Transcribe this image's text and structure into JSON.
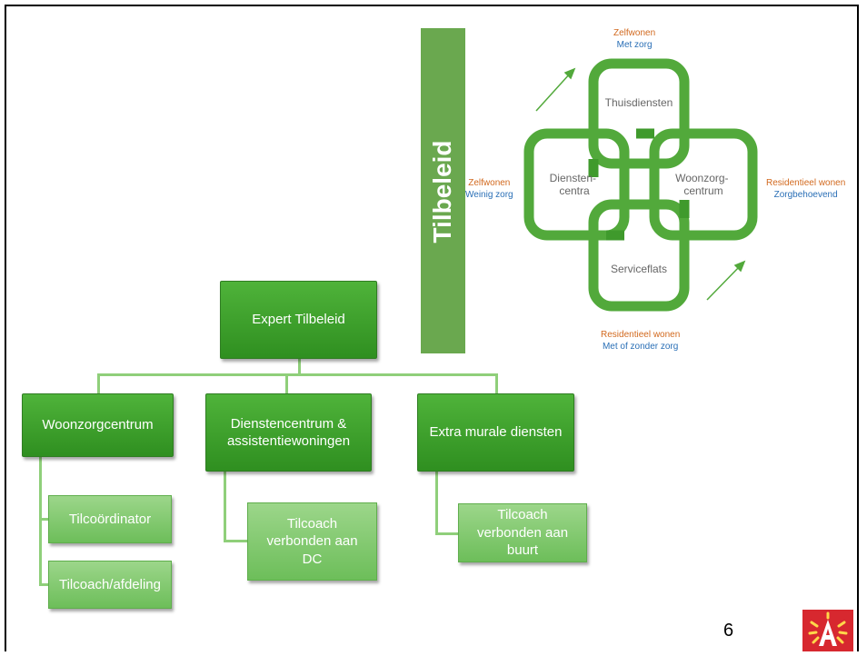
{
  "banner": {
    "title": "Tilbeleid"
  },
  "org_chart": {
    "root": "Expert Tilbeleid",
    "branches": [
      {
        "label": "Woonzorgcentrum",
        "children": [
          "Tilcoördinator",
          "Tilcoach/afdeling"
        ]
      },
      {
        "label": "Dienstencentrum & assistentiewoningen",
        "children": [
          "Tilcoach verbonden aan DC"
        ]
      },
      {
        "label": "Extra murale diensten",
        "children": [
          "Tilcoach verbonden aan buurt"
        ]
      }
    ]
  },
  "chain_diagram": {
    "links": {
      "top": "Thuisdiensten",
      "left": "Diensten-\ncentra",
      "right": "Woonzorg-\ncentrum",
      "bottom": "Serviceflats"
    },
    "captions": {
      "top": {
        "line1": "Zelfwonen",
        "line2": "Met zorg"
      },
      "left": {
        "line1": "Zelfwonen",
        "line2": "Weinig zorg"
      },
      "right": {
        "line1": "Residentieel wonen",
        "line2": "Zorgbehoevend"
      },
      "bottom": {
        "line1": "Residentieel wonen",
        "line2": "Met of zonder zorg"
      }
    },
    "colors": {
      "link": "#52a93b",
      "orange": "#d2691e",
      "blue": "#2a6fb6"
    }
  },
  "footer": {
    "page_number": "6"
  }
}
